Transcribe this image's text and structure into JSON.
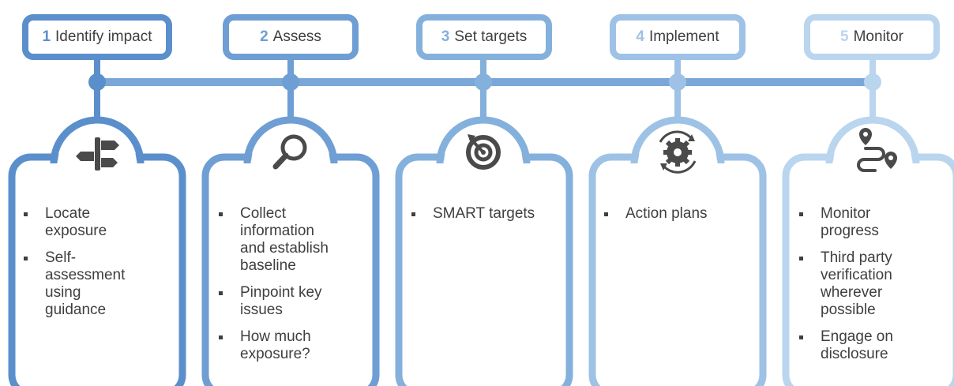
{
  "colors": [
    "#5b8fcc",
    "#6e9ed3",
    "#84b0dc",
    "#9ec2e5",
    "#bad5ee"
  ],
  "steps": [
    {
      "number": "1",
      "title": "Identify impact",
      "icon": "signpost-icon",
      "bullets": [
        "Locate exposure",
        "Self-assessment using guidance"
      ]
    },
    {
      "number": "2",
      "title": "Assess",
      "icon": "magnifier-icon",
      "bullets": [
        "Collect information and establish baseline",
        "Pinpoint key issues",
        "How much exposure?"
      ]
    },
    {
      "number": "3",
      "title": "Set targets",
      "icon": "target-icon",
      "bullets": [
        "SMART targets"
      ]
    },
    {
      "number": "4",
      "title": "Implement",
      "icon": "gear-cycle-icon",
      "bullets": [
        "Action plans"
      ]
    },
    {
      "number": "5",
      "title": "Monitor",
      "icon": "route-pin-icon",
      "bullets": [
        "Monitor progress",
        "Third party verification wherever possible",
        "Engage on disclosure"
      ]
    }
  ]
}
